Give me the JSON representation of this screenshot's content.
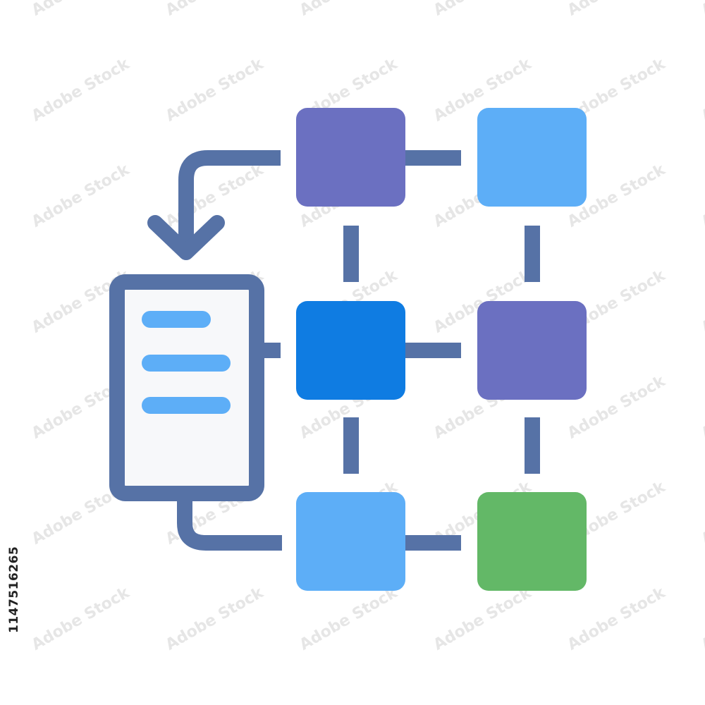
{
  "stock_id": "1147516265",
  "watermark_text": "Adobe Stock",
  "colors": {
    "connector": "#5672a6",
    "document_frame": "#5672a6",
    "document_fill": "#f7f8fa",
    "document_lines": "#5daef7",
    "background": "#ffffff"
  },
  "diagram": {
    "nodes": [
      {
        "id": "node-r1c1",
        "row": 1,
        "col": 1,
        "color": "#6b70c1"
      },
      {
        "id": "node-r1c2",
        "row": 1,
        "col": 2,
        "color": "#5daef7"
      },
      {
        "id": "node-r2c1",
        "row": 2,
        "col": 1,
        "color": "#0f7ce2"
      },
      {
        "id": "node-r2c2",
        "row": 2,
        "col": 2,
        "color": "#6b70c1"
      },
      {
        "id": "node-r3c1",
        "row": 3,
        "col": 1,
        "color": "#5daef7"
      },
      {
        "id": "node-r3c2",
        "row": 3,
        "col": 2,
        "color": "#63b867"
      }
    ],
    "icons": [
      "document-icon",
      "arrow-down-icon"
    ]
  }
}
